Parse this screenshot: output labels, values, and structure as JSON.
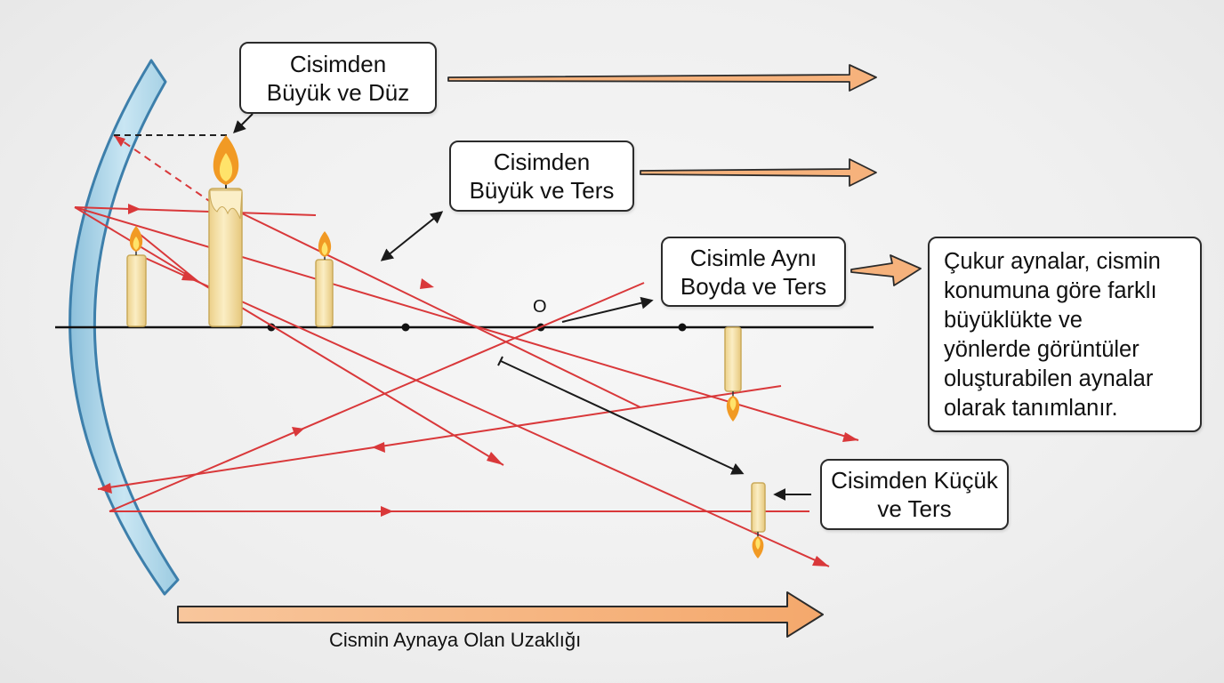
{
  "labels": {
    "large_upright": [
      "Cisimden",
      "Büyük ve Düz"
    ],
    "large_inverted": [
      "Cisimden",
      "Büyük ve Ters"
    ],
    "same_size": [
      "Cisimle Aynı",
      "Boyda ve Ters"
    ],
    "small_inverted": [
      "Cisimden Küçük",
      "ve Ters"
    ]
  },
  "description": [
    "Çukur aynalar, cismin",
    "konumuna göre farklı",
    "büyüklükte ve",
    "yönlerde görüntüler",
    "oluşturabilen aynalar",
    "olarak tanımlanır."
  ],
  "axis_label": "Cismin Aynaya Olan Uzaklığı",
  "center_point_label": "O",
  "colors": {
    "ray": "#d9383a",
    "mirror_fill": "#a9d2e6",
    "mirror_stroke": "#3d7fab",
    "candle": "#f6e2a4",
    "candle_stroke": "#c9a95a",
    "flame_outer": "#f19a24",
    "flame_inner": "#ffe36a",
    "orange_arrow": "#f6b27c",
    "text": "#111111"
  }
}
